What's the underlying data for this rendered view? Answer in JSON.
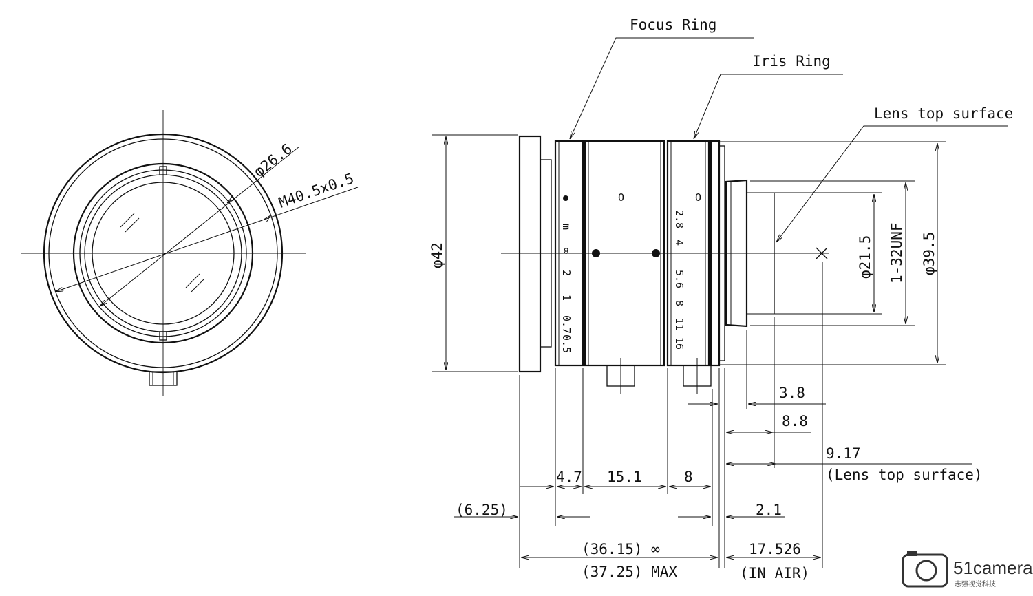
{
  "labels": {
    "focus_ring": "Focus Ring",
    "iris_ring": "Iris Ring",
    "lens_top_surface": "Lens top surface"
  },
  "front_view": {
    "phi_26_6": "φ26.6",
    "mount_thread": "M40.5x0.5"
  },
  "side_view": {
    "phi_42": "φ42",
    "phi_21_5": "φ21.5",
    "thread": "1-32UNF",
    "phi_39_5": "φ39.5",
    "focus_scale": [
      "m",
      "∞",
      "2",
      "1",
      "0.7",
      "0.5"
    ],
    "iris_scale": [
      "2.8",
      "4",
      "5.6",
      "8",
      "11",
      "16"
    ]
  },
  "dimensions": {
    "d_3_8": "3.8",
    "d_8_8": "8.8",
    "d_9_17": "9.17",
    "lens_top_note": "(Lens top surface)",
    "d_4_7": "4.7",
    "d_15_1": "15.1",
    "d_8": "8",
    "d_6_25": "(6.25)",
    "d_2_1": "2.1",
    "d_36_15": "(36.15) ∞",
    "d_37_25": "(37.25) MAX",
    "d_17_526": "17.526",
    "in_air": "(IN AIR)"
  },
  "watermark": {
    "brand": "51camera",
    "subtitle": "志强视觉科技"
  }
}
